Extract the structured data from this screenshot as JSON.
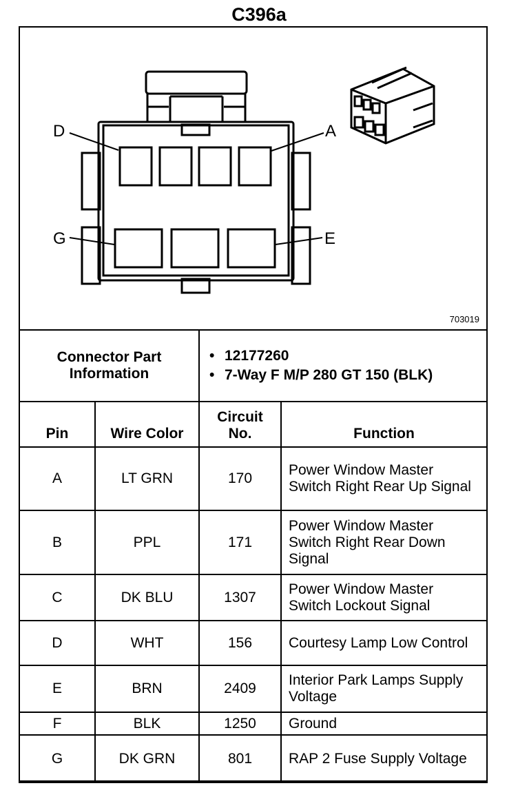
{
  "title": "C396a",
  "figure_number": "703019",
  "pin_labels": {
    "a": "A",
    "d": "D",
    "e": "E",
    "g": "G"
  },
  "connector_info": {
    "label": "Connector Part Information",
    "items": [
      "12177260",
      "7-Way F M/P 280 GT 150 (BLK)"
    ]
  },
  "headers": {
    "pin": "Pin",
    "wire": "Wire Color",
    "circuit": "Circuit No.",
    "function": "Function"
  },
  "rows": [
    {
      "pin": "A",
      "wire": "LT GRN",
      "circuit": "170",
      "function": "Power Window Master Switch Right Rear Up Signal"
    },
    {
      "pin": "B",
      "wire": "PPL",
      "circuit": "171",
      "function": "Power Window Master Switch Right Rear Down Signal"
    },
    {
      "pin": "C",
      "wire": "DK BLU",
      "circuit": "1307",
      "function": "Power Window Master Switch Lockout Signal"
    },
    {
      "pin": "D",
      "wire": "WHT",
      "circuit": "156",
      "function": "Courtesy Lamp Low Control"
    },
    {
      "pin": "E",
      "wire": "BRN",
      "circuit": "2409",
      "function": "Interior Park Lamps Supply Voltage"
    },
    {
      "pin": "F",
      "wire": "BLK",
      "circuit": "1250",
      "function": "Ground"
    },
    {
      "pin": "G",
      "wire": "DK GRN",
      "circuit": "801",
      "function": "RAP 2 Fuse Supply Voltage"
    }
  ]
}
